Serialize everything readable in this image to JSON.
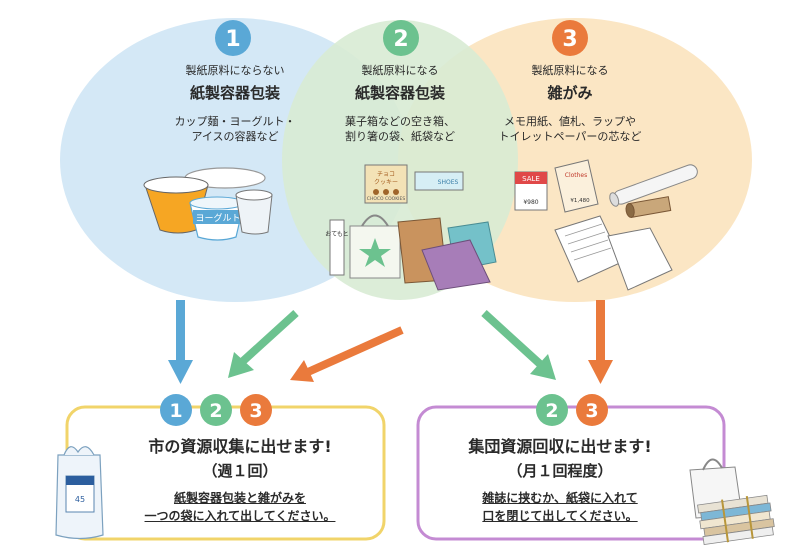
{
  "colors": {
    "blue": "#5aa8d6",
    "green": "#6cc28f",
    "orange": "#ea7a3c",
    "yellow_border": "#f1d46a",
    "purple_border": "#c48bd3"
  },
  "categories": [
    {
      "number": "1",
      "subtitle": "製紙原料にならない",
      "title": "紙製容器包装",
      "desc_lines": [
        "カップ麺・ヨーグルト・",
        "アイスの容器など"
      ]
    },
    {
      "number": "2",
      "subtitle": "製紙原料になる",
      "title": "紙製容器包装",
      "desc_lines": [
        "菓子箱などの空き箱、",
        "割り箸の袋、紙袋など"
      ]
    },
    {
      "number": "3",
      "subtitle": "製紙原料になる",
      "title": "雑がみ",
      "desc_lines": [
        "メモ用紙、値札、ラップや",
        "トイレットペーパーの芯など"
      ]
    }
  ],
  "illustration_labels": {
    "yogurt": "ヨーグルト",
    "choco_line1": "チョコ",
    "choco_line2": "クッキー",
    "choco_small": "CHOCO COOKIES",
    "shoes": "SHOES",
    "otemoto": "おてもと",
    "sale": "SALE",
    "sale_price": "¥980",
    "clothes": "Clothes",
    "clothes_price": "¥1,480",
    "bag_number": "45"
  },
  "destinations": [
    {
      "numbers": [
        "1",
        "2",
        "3"
      ],
      "title": "市の資源収集に出せます!",
      "frequency": "（週１回）",
      "note_lines": [
        "紙製容器包装と雑がみを",
        "一つの袋に入れて出してください。"
      ]
    },
    {
      "numbers": [
        "2",
        "3"
      ],
      "title": "集団資源回収に出せます!",
      "frequency": "（月１回程度）",
      "note_lines": [
        "雑誌に挟むか、紙袋に入れて",
        "口を閉じて出してください。"
      ]
    }
  ]
}
